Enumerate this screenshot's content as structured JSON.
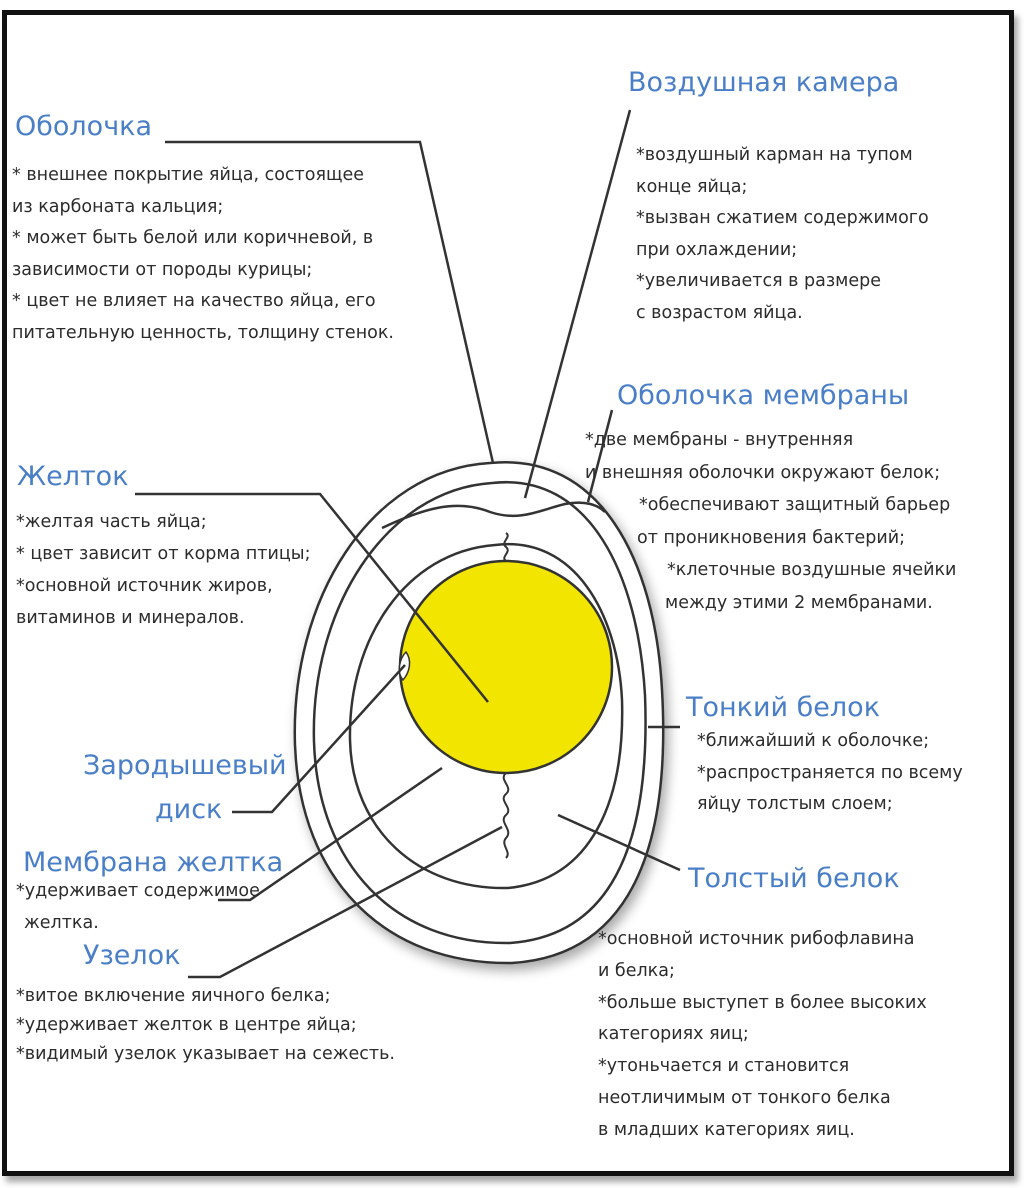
{
  "colors": {
    "heading": "#4a7fc8",
    "body_text": "#2c2c2c",
    "yolk": "#f2e600",
    "lines": "#333333"
  },
  "shell": {
    "title": "Оболочка",
    "lines": [
      "* внешнее покрытие яйца, состоящее",
      "из карбоната кальция;",
      "* может быть белой или коричневой, в",
      "зависимости от породы курицы;",
      "* цвет не влияет на качество яйца, его",
      "питательную ценность, толщину стенок."
    ]
  },
  "air_cell": {
    "title": "Воздушная камера",
    "lines": [
      "*воздушный карман на тупом",
      "конце яйца;",
      "*вызван сжатием содержимого",
      "при охлаждении;",
      "*увеличивается в размере",
      "с возрастом яйца."
    ]
  },
  "shell_membrane": {
    "title": "Оболочка мембраны",
    "lines": [
      "*две мембраны - внутренняя",
      "и внешняя оболочки окружают белок;",
      "*обеспечивают защитный барьер",
      "от проникновения бактерий;",
      "*клеточные воздушные ячейки",
      "между этими 2 мембранами."
    ]
  },
  "yolk": {
    "title": "Желток",
    "lines": [
      "*желтая часть яйца;",
      "* цвет зависит от корма птицы;",
      "*основной источник  жиров,",
      "витаминов и минералов."
    ]
  },
  "germinal_disc": {
    "title_line1": "Зародышевый",
    "title_line2": "диск"
  },
  "thin_albumen": {
    "title": "Тонкий белок",
    "lines": [
      "*ближайший к оболочке;",
      "*распространяется по всему",
      "яйцу толстым слоем;"
    ]
  },
  "yolk_membrane": {
    "title": "Мембрана желтка",
    "lines": [
      "*удерживает содержимое",
      "желтка."
    ]
  },
  "thick_albumen": {
    "title": "Толстый белок",
    "lines": [
      "*основной источник рибофлавина",
      "и белка;",
      "*больше выступет в более высоких",
      "категориях яиц;",
      "*утоньчается и становится",
      "неотличимым от тонкого белка",
      "в младших категориях яиц."
    ]
  },
  "chalaza": {
    "title": "Узелок",
    "lines": [
      "*витое включение яичного белка;",
      "*удерживает желток в центре яйца;",
      "*видимый узелок указывает на сежесть."
    ]
  }
}
